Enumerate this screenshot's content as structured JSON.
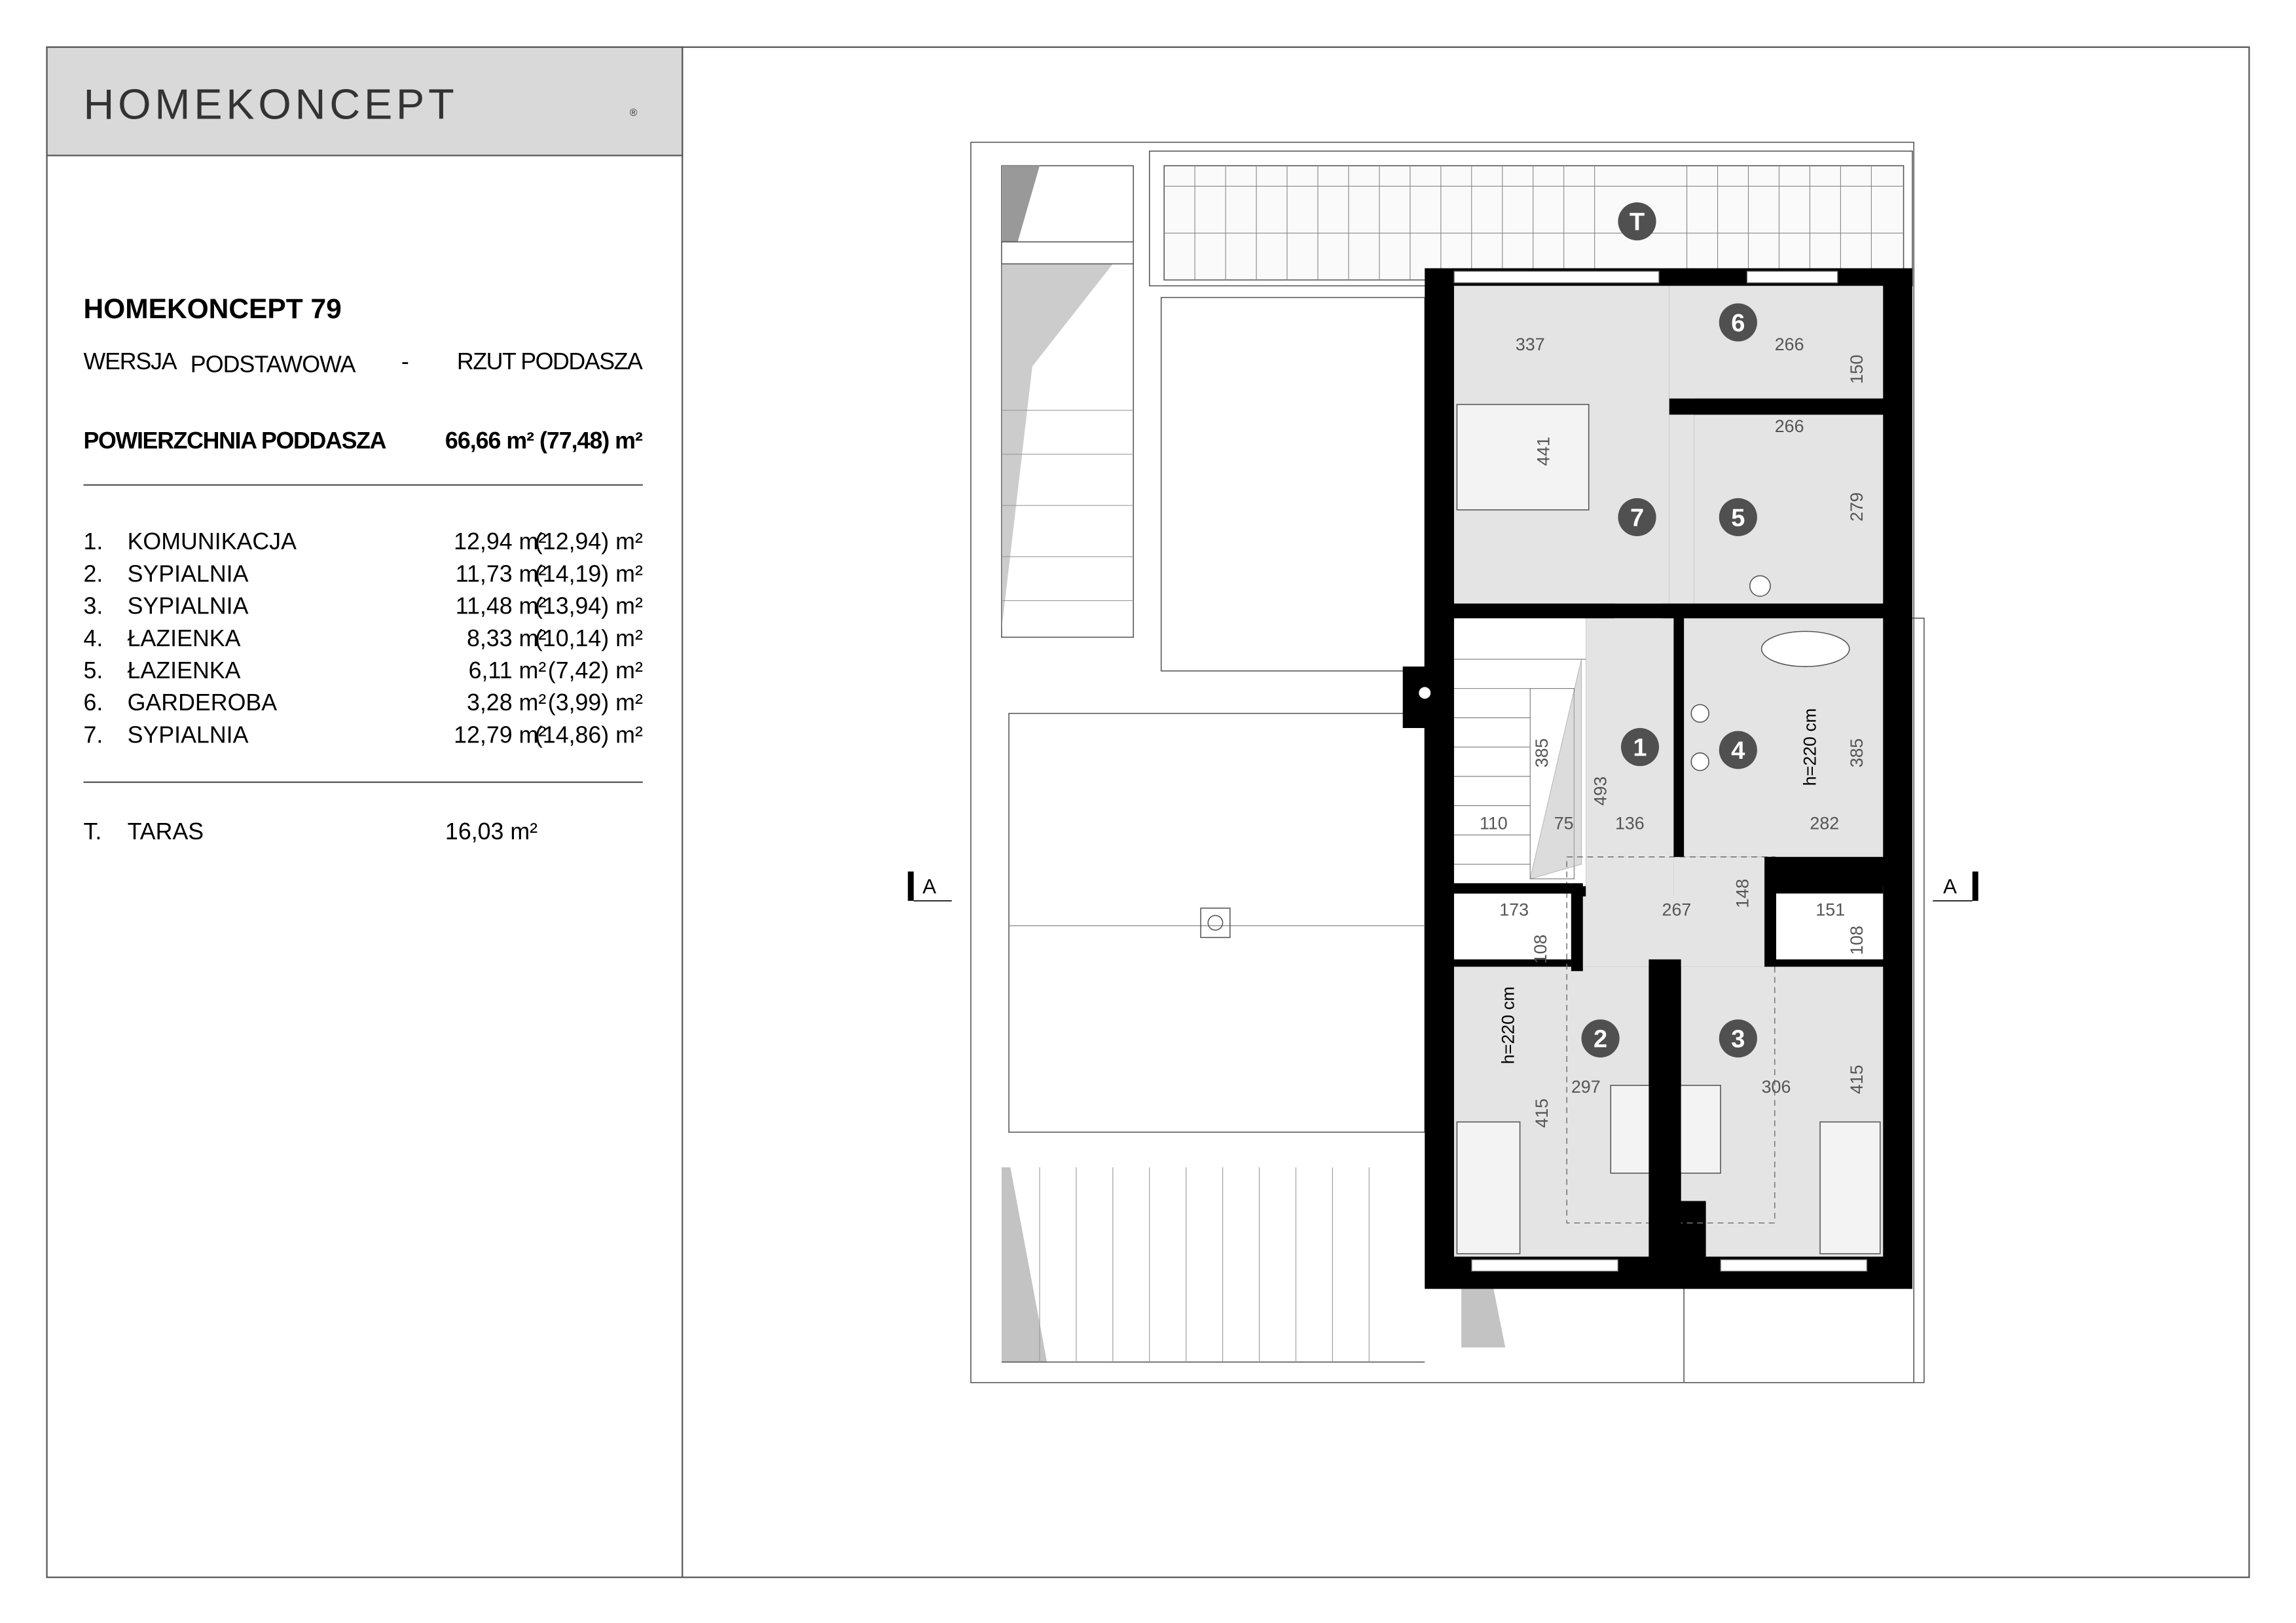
{
  "brand": {
    "logo_text": "HOMEKONCEPT",
    "registered": "®"
  },
  "info": {
    "title": "HOMEKONCEPT 79",
    "version_label": "WERSJA",
    "version_value": "PODSTAWOWA",
    "separator": "-",
    "view": "RZUT PODDASZA",
    "area_label": "POWIERZCHNIA PODDASZA",
    "area_value": "66,66 m² (77,48) m²",
    "rooms": [
      {
        "num": "1.",
        "name": "KOMUNIKACJA",
        "area": "12,94 m²",
        "gross": "(12,94) m²"
      },
      {
        "num": "2.",
        "name": "SYPIALNIA",
        "area": "11,73 m²",
        "gross": "(14,19) m²"
      },
      {
        "num": "3.",
        "name": "SYPIALNIA",
        "area": "11,48 m²",
        "gross": "(13,94) m²"
      },
      {
        "num": "4.",
        "name": "ŁAZIENKA",
        "area": "8,33 m²",
        "gross": "(10,14) m²"
      },
      {
        "num": "5.",
        "name": "ŁAZIENKA",
        "area": "6,11 m²",
        "gross": "(7,42) m²"
      },
      {
        "num": "6.",
        "name": "GARDEROBA",
        "area": "3,28 m²",
        "gross": "(3,99) m²"
      },
      {
        "num": "7.",
        "name": "SYPIALNIA",
        "area": "12,79 m²",
        "gross": "(14,86) m²"
      }
    ],
    "terrace": {
      "num": "T.",
      "name": "TARAS",
      "area": "16,03 m²"
    }
  },
  "plan": {
    "markers": [
      "1",
      "2",
      "3",
      "4",
      "5",
      "6",
      "7",
      "T"
    ],
    "section_left": "A",
    "section_right": "A",
    "dims": [
      "337",
      "266",
      "150",
      "266",
      "441",
      "279",
      "385",
      "493",
      "110",
      "75",
      "136",
      "282",
      "148",
      "173",
      "267",
      "151",
      "108",
      "108",
      "415",
      "297",
      "306",
      "415",
      "385"
    ],
    "heights": [
      "h=220 cm",
      "h=220 cm"
    ]
  },
  "colors": {
    "marker": "#505050",
    "room_fill": "#e4e4e4",
    "header_fill": "#d9d9d9"
  }
}
